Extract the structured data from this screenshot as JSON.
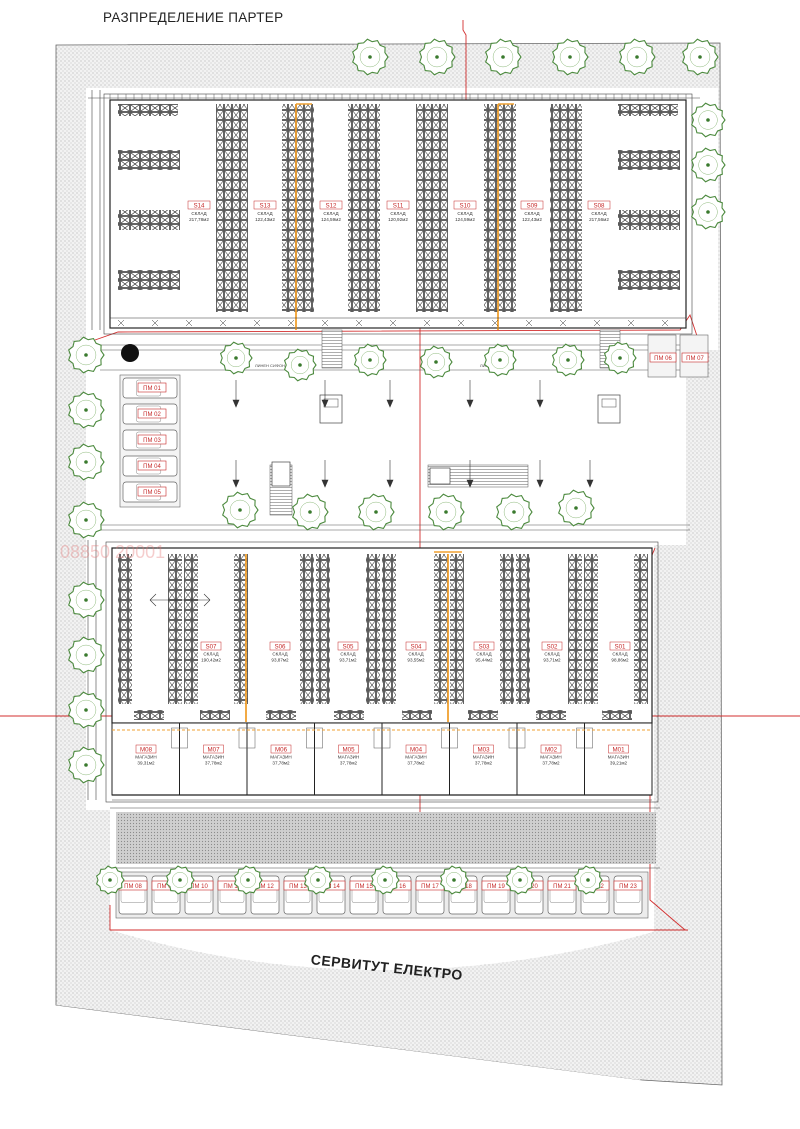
{
  "title": "РАЗПРЕДЕЛЕНИЕ ПАРТЕР",
  "servitude_label": "СЕРВИТУТ ЕЛЕКТРО",
  "road_label": "ЛИНЕН СИФОН",
  "colors": {
    "property_line": "#d32f2f",
    "sprinkler": "#f0a030",
    "tree": "#4c8a3e",
    "hatch": "#b0b0b0",
    "rack": "#222222"
  },
  "north_warehouses": [
    {
      "code": "S14",
      "type": "СКЛАД",
      "area": "217,78м2"
    },
    {
      "code": "S13",
      "type": "СКЛАД",
      "area": "122,43м2"
    },
    {
      "code": "S12",
      "type": "СКЛАД",
      "area": "124,59м2"
    },
    {
      "code": "S11",
      "type": "СКЛАД",
      "area": "120,92м2"
    },
    {
      "code": "S10",
      "type": "СКЛАД",
      "area": "124,59м2"
    },
    {
      "code": "S09",
      "type": "СКЛАД",
      "area": "122,43м2"
    },
    {
      "code": "S08",
      "type": "СКЛАД",
      "area": "217,56м2"
    }
  ],
  "south_warehouses": [
    {
      "code": "S07",
      "type": "СКЛАД",
      "area": "190,42м2"
    },
    {
      "code": "S06",
      "type": "СКЛАД",
      "area": "93,87м2"
    },
    {
      "code": "S05",
      "type": "СКЛАД",
      "area": "93,71м2"
    },
    {
      "code": "S04",
      "type": "СКЛАД",
      "area": "93,55м2"
    },
    {
      "code": "S03",
      "type": "СКЛАД",
      "area": "95,44м2"
    },
    {
      "code": "S02",
      "type": "СКЛАД",
      "area": "93,71м2"
    },
    {
      "code": "S01",
      "type": "СКЛАД",
      "area": "98,86м2"
    }
  ],
  "shops": [
    {
      "code": "M08",
      "type": "МАГАЗИН",
      "area": "39,31м2"
    },
    {
      "code": "M07",
      "type": "МАГАЗИН",
      "area": "37,78м2"
    },
    {
      "code": "M06",
      "type": "МАГАЗИН",
      "area": "37,78м2"
    },
    {
      "code": "M05",
      "type": "МАГАЗИН",
      "area": "37,78м2"
    },
    {
      "code": "M04",
      "type": "МАГАЗИН",
      "area": "37,78м2"
    },
    {
      "code": "M03",
      "type": "МАГАЗИН",
      "area": "37,78м2"
    },
    {
      "code": "M02",
      "type": "МАГАЗИН",
      "area": "37,78м2"
    },
    {
      "code": "M01",
      "type": "МАГАЗИН",
      "area": "39,21м2"
    }
  ],
  "parking_west": [
    "ПМ 01",
    "ПМ 02",
    "ПМ 03",
    "ПМ 04",
    "ПМ 05"
  ],
  "parking_east": [
    "ПМ 06",
    "ПМ 07"
  ],
  "parking_south": [
    "ПМ 08",
    "ПМ 09",
    "ПМ 10",
    "ПМ 11",
    "ПМ 12",
    "ПМ 13",
    "ПМ 14",
    "ПМ 15",
    "ПМ 16",
    "ПМ 17",
    "ПМ 18",
    "ПМ 19",
    "ПМ 20",
    "ПМ 21",
    "ПМ 22",
    "ПМ 23"
  ]
}
